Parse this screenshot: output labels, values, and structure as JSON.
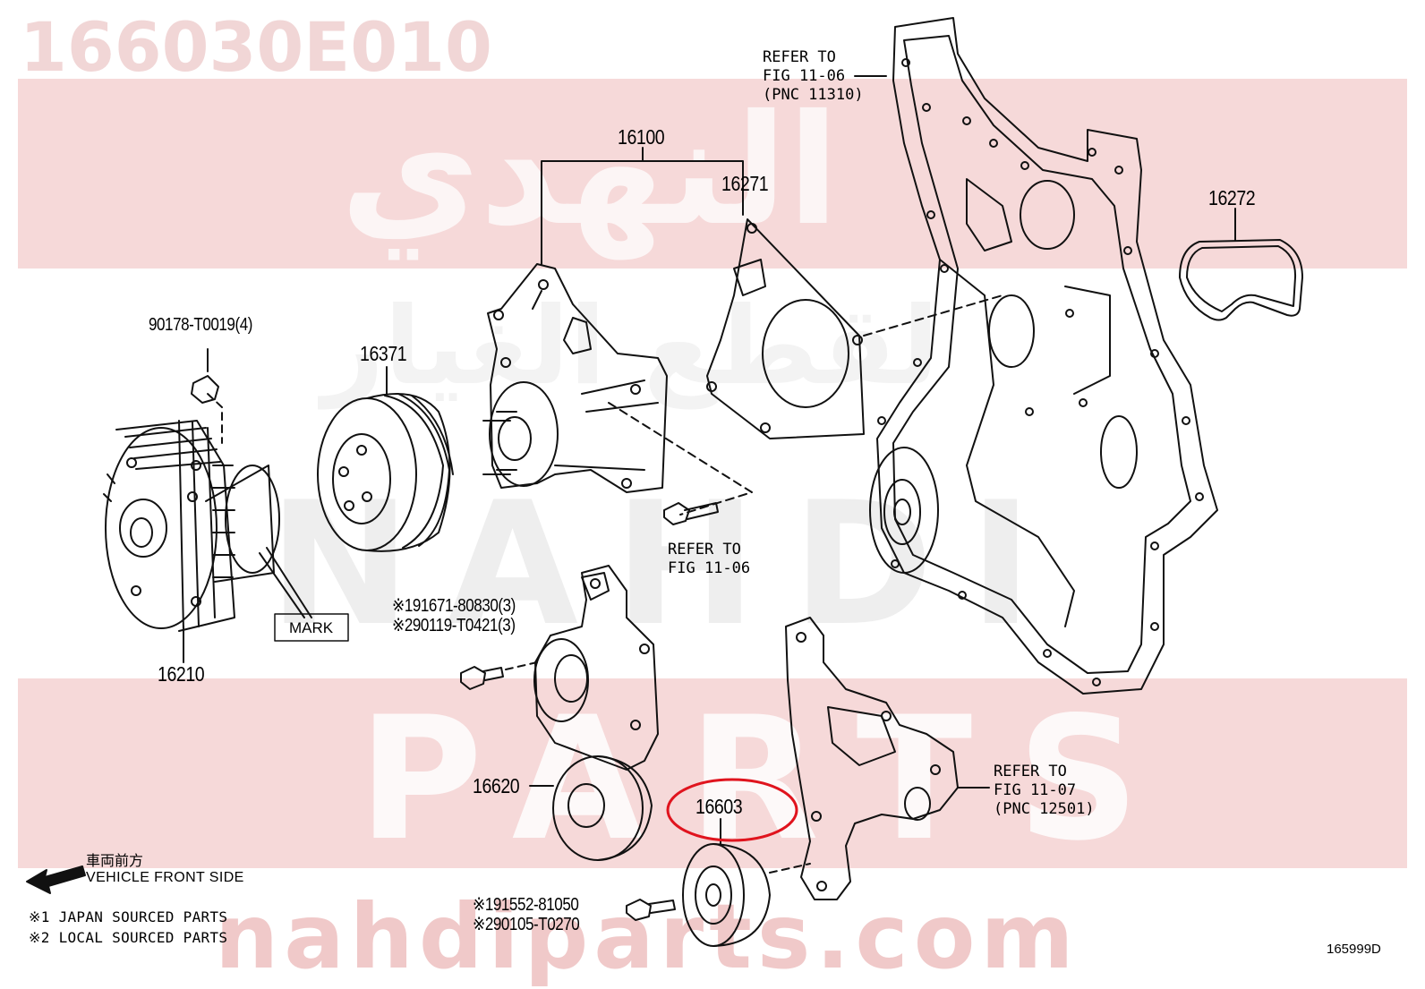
{
  "watermark": {
    "part_number": "166030E010",
    "arabic_top": "النهدي",
    "arabic_mid": "لقطع الغيار",
    "latin_mid": "NAHDI",
    "latin_parts": "PARTS",
    "site": "nahdiparts.com"
  },
  "callouts": {
    "p16100": "16100",
    "p16271": "16271",
    "p16272": "16272",
    "p90178": "90178-T0019(4)",
    "p16371": "16371",
    "p16210": "16210",
    "mark": "MARK",
    "p16620": "16620",
    "p16603": "16603",
    "s191671": "※191671-80830(3)",
    "s290119": "※290119-T0421(3)",
    "s191552": "※191552-81050",
    "s290105": "※290105-T0270"
  },
  "refs": {
    "r1106_top": [
      "REFER TO",
      "FIG 11-06",
      "(PNC 11310)"
    ],
    "r1106_mid": [
      "REFER TO",
      "FIG 11-06"
    ],
    "r1107": [
      "REFER TO",
      "FIG 11-07",
      "(PNC 12501)"
    ]
  },
  "legend": {
    "jp_front": "車両前方",
    "front_side": "VEHICLE FRONT SIDE",
    "note1": "※1 JAPAN SOURCED PARTS",
    "note2": "※2 LOCAL SOURCED PARTS"
  },
  "diagram_id": "165999D",
  "highlight_color": "#e0141e"
}
